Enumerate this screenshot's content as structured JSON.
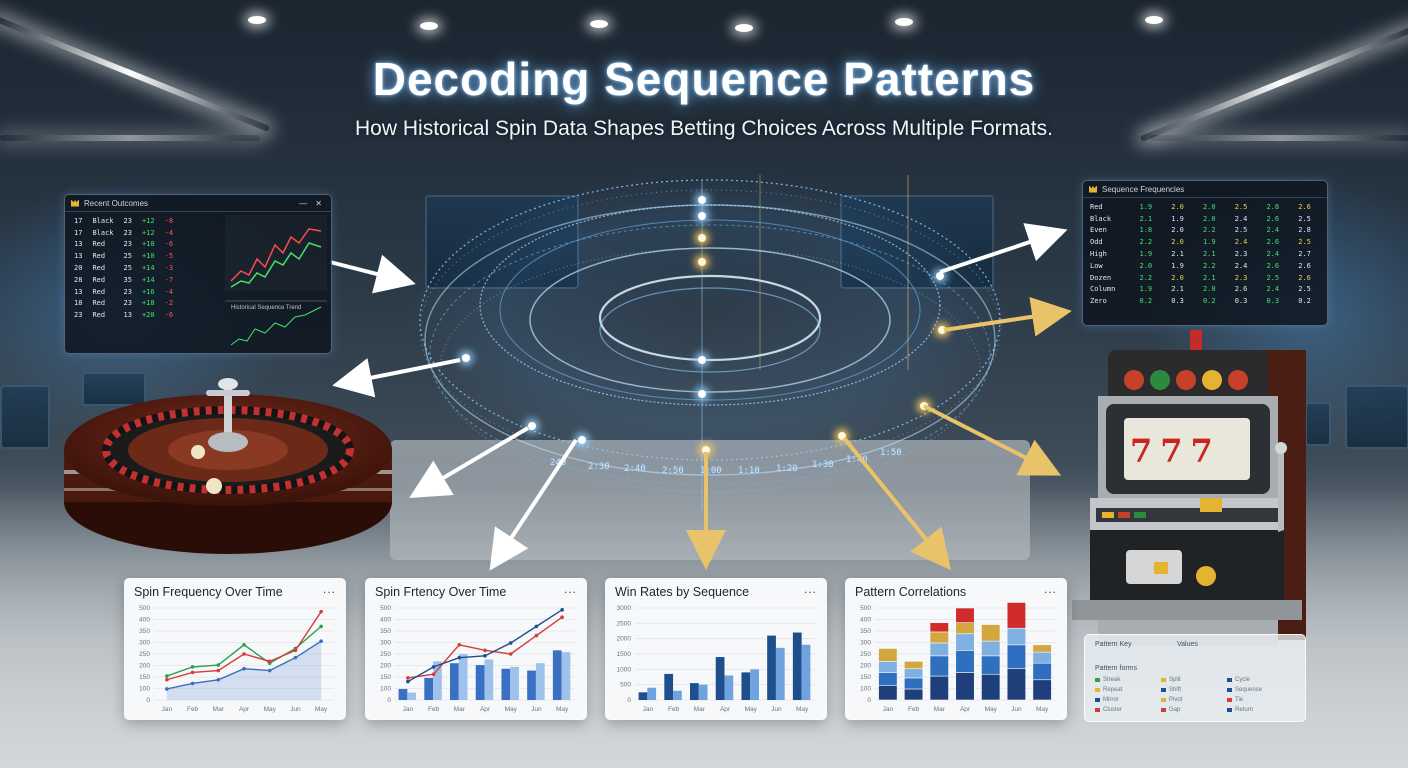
{
  "header": {
    "title": "Decoding Sequence Patterns",
    "subtitle": "How Historical Spin Data Shapes Betting Choices Across Multiple Formats."
  },
  "left_panel": {
    "title": "Recent Outcomes",
    "rows": [
      [
        "17",
        "Black",
        "23",
        "+12",
        "-8"
      ],
      [
        "17",
        "Black",
        "23",
        "+12",
        "-4"
      ],
      [
        "13",
        "Red",
        "23",
        "+10",
        "-6"
      ],
      [
        "13",
        "Red",
        "25",
        "+10",
        "-5"
      ],
      [
        "20",
        "Red",
        "25",
        "+14",
        "-3"
      ],
      [
        "28",
        "Red",
        "35",
        "+14",
        "-7"
      ],
      [
        "13",
        "Red",
        "23",
        "+16",
        "-4"
      ],
      [
        "18",
        "Red",
        "23",
        "+18",
        "-2"
      ],
      [
        "23",
        "Red",
        "13",
        "+20",
        "-6"
      ]
    ],
    "subchart_label": "Historical Sequence Trend"
  },
  "right_panel": {
    "title": "Sequence Frequencies",
    "rows": [
      [
        "Red",
        "1.9",
        "2.0",
        "2.0",
        "2.5",
        "2.8",
        "2.6"
      ],
      [
        "Black",
        "2.1",
        "1.9",
        "2.0",
        "2.4",
        "2.6",
        "2.5"
      ],
      [
        "Even",
        "1.8",
        "2.0",
        "2.2",
        "2.5",
        "2.4",
        "2.8"
      ],
      [
        "Odd",
        "2.2",
        "2.0",
        "1.9",
        "2.4",
        "2.6",
        "2.5"
      ],
      [
        "High",
        "1.9",
        "2.1",
        "2.1",
        "2.3",
        "2.4",
        "2.7"
      ],
      [
        "Low",
        "2.0",
        "1.9",
        "2.2",
        "2.4",
        "2.6",
        "2.6"
      ],
      [
        "Dozen",
        "2.2",
        "2.0",
        "2.1",
        "2.3",
        "2.5",
        "2.6"
      ],
      [
        "Column",
        "1.9",
        "2.1",
        "2.0",
        "2.6",
        "2.4",
        "2.5"
      ],
      [
        "Zero",
        "0.2",
        "0.3",
        "0.2",
        "0.3",
        "0.3",
        "0.2"
      ]
    ]
  },
  "legend_panel": {
    "head_left": "Pattern Key",
    "head_right": "Values",
    "subtitle": "Pattern forms",
    "items": [
      {
        "label": "Streak",
        "color": "#3b9a4a"
      },
      {
        "label": "Repeat",
        "color": "#e4b332"
      },
      {
        "label": "Mirror",
        "color": "#1f4e8c"
      },
      {
        "label": "Cluster",
        "color": "#d23b3b"
      },
      {
        "label": "Split",
        "color": "#e4b332"
      },
      {
        "label": "Shift",
        "color": "#1f4e8c"
      },
      {
        "label": "Pivot",
        "color": "#e4b332"
      },
      {
        "label": "Gap",
        "color": "#d23b3b"
      },
      {
        "label": "Cycle",
        "color": "#1f4e8c"
      },
      {
        "label": "Sequence",
        "color": "#1f4e8c"
      },
      {
        "label": "Tie",
        "color": "#d23b3b"
      },
      {
        "label": "Return",
        "color": "#1f4e8c"
      }
    ]
  },
  "slot_machine": {
    "reels": [
      "7",
      "7",
      "7"
    ]
  },
  "ring_numbers": [
    "240",
    "2:30",
    "2:40",
    "2:50",
    "1:00",
    "1:10",
    "1:20",
    "1:30",
    "1:40",
    "1:50"
  ],
  "charts": [
    {
      "menu": "...",
      "chart_data": {
        "type": "line",
        "title": "Spin Frequency Over Time",
        "categories": [
          "Jan",
          "Feb",
          "Mar",
          "Apr",
          "May",
          "Jun",
          "May"
        ],
        "ylim": [
          0,
          500
        ],
        "yticks": [
          "0",
          "100",
          "150",
          "200",
          "250",
          "300",
          "350",
          "400",
          "500"
        ],
        "series": [
          {
            "values": [
              60,
              90,
              110,
              170,
              160,
              230,
              320
            ],
            "color": "#3a6fc4"
          },
          {
            "values": [
              130,
              180,
              190,
              300,
              200,
              280,
              400
            ],
            "color": "#2e9e4e"
          },
          {
            "values": [
              110,
              150,
              160,
              250,
              210,
              270,
              480
            ],
            "color": "#d83b3b"
          }
        ]
      }
    },
    {
      "menu": "...",
      "chart_data": {
        "type": "bar",
        "title": "Spin Frtency Over Time",
        "categories": [
          "Jan",
          "Feb",
          "Mar",
          "Apr",
          "May",
          "Jun",
          "May"
        ],
        "ylim": [
          0,
          500
        ],
        "yticks": [
          "0",
          "100",
          "150",
          "200",
          "250",
          "300",
          "350",
          "400",
          "500"
        ],
        "series": [
          {
            "values": [
              60,
              120,
              200,
              190,
              170,
              160,
              270
            ],
            "color": "#3a6fc4"
          },
          {
            "values": [
              40,
              210,
              250,
              220,
              180,
              200,
              260
            ],
            "color": "#9fc2ec"
          }
        ],
        "lines": [
          {
            "values": [
              120,
              140,
              300,
              270,
              250,
              350,
              450
            ],
            "color": "#d83b3b"
          },
          {
            "values": [
              100,
              180,
              230,
              240,
              310,
              400,
              490
            ],
            "color": "#1f4e8c"
          }
        ]
      }
    },
    {
      "menu": "...",
      "chart_data": {
        "type": "bar",
        "title": "Win Rates by Sequence",
        "categories": [
          "Jan",
          "Feb",
          "Mar",
          "Apr",
          "May",
          "Jun",
          "May"
        ],
        "ylim": [
          0,
          3000
        ],
        "yticks": [
          "0",
          "500",
          "1000",
          "1500",
          "2000",
          "2500",
          "3000"
        ],
        "series": [
          {
            "values": [
              250,
              850,
              550,
              1400,
              900,
              2100,
              2200
            ],
            "color": "#1f4e8c"
          },
          {
            "values": [
              400,
              300,
              500,
              800,
              1000,
              1700,
              1800
            ],
            "color": "#6fa3df"
          }
        ]
      }
    },
    {
      "menu": "...",
      "chart_data": {
        "type": "bar",
        "stacked": true,
        "title": "Pattern Correlations",
        "categories": [
          "Jan",
          "Feb",
          "Mar",
          "Apr",
          "May",
          "Jun",
          "May"
        ],
        "ylim": [
          0,
          500
        ],
        "yticks": [
          "0",
          "100",
          "150",
          "200",
          "250",
          "300",
          "350",
          "400",
          "500"
        ],
        "series": [
          {
            "name": "",
            "values": [
              80,
              60,
              130,
              150,
              140,
              170,
              110
            ],
            "color": "#1f3f7a"
          },
          {
            "name": "",
            "values": [
              70,
              60,
              110,
              120,
              100,
              130,
              90
            ],
            "color": "#2f6fbf"
          },
          {
            "name": "",
            "values": [
              60,
              50,
              70,
              90,
              80,
              90,
              60
            ],
            "color": "#7fb0e2"
          },
          {
            "name": "",
            "values": [
              70,
              40,
              60,
              60,
              90,
              0,
              40
            ],
            "color": "#d3a640"
          },
          {
            "name": "",
            "values": [
              0,
              0,
              50,
              80,
              0,
              140,
              0
            ],
            "color": "#d02c2c"
          }
        ]
      }
    }
  ]
}
